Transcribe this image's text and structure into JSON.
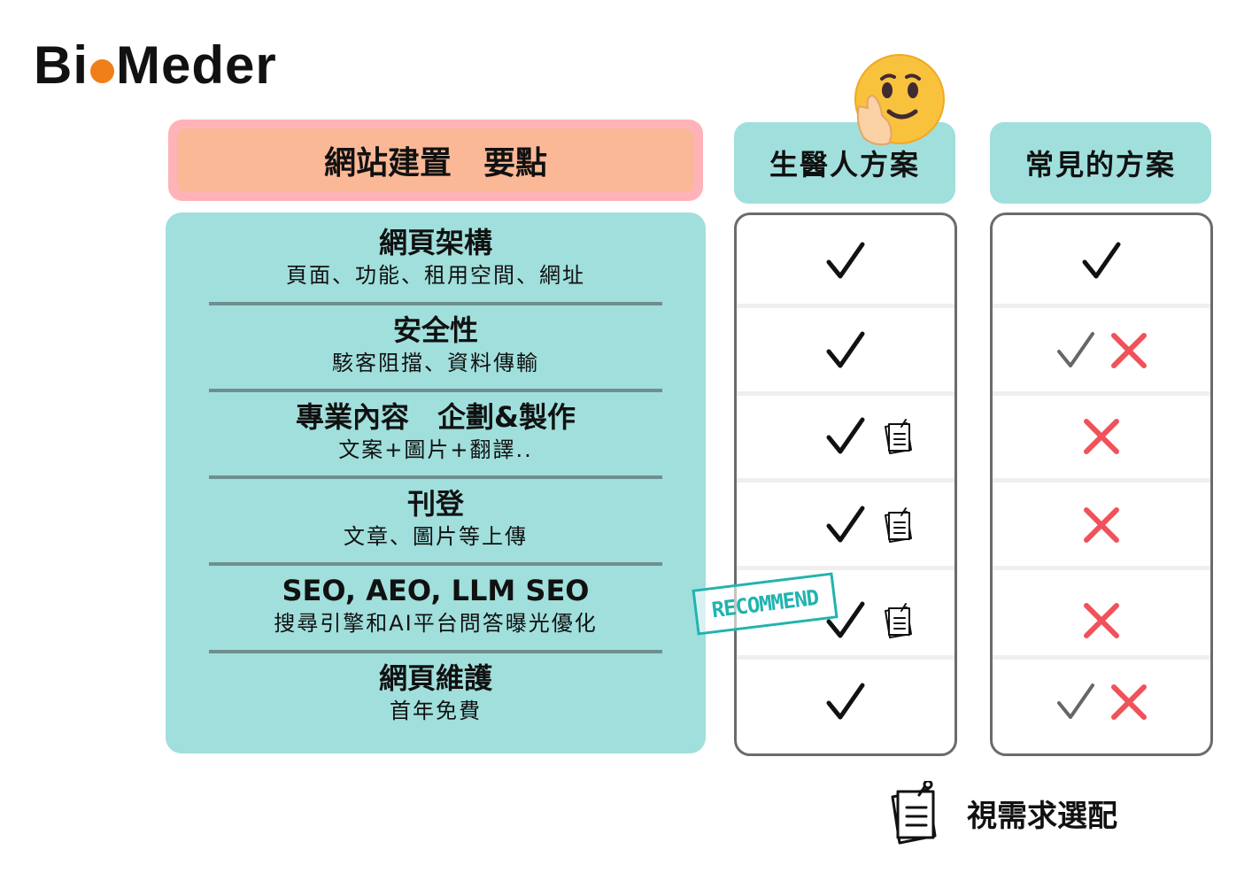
{
  "brand": {
    "part1": "Bi",
    "part2": "Meder",
    "dot_color": "#f07f1a"
  },
  "header": {
    "main_title": "網站建置　要點",
    "col1": "生醫人方案",
    "col2": "常見的方案"
  },
  "features": [
    {
      "title": "網頁架構",
      "subtitle": "頁面、功能、租用空間、網址"
    },
    {
      "title": "安全性",
      "subtitle": "駭客阻擋、資料傳輸"
    },
    {
      "title": "專業內容　企劃&製作",
      "subtitle": "文案+圖片+翻譯.."
    },
    {
      "title": "刊登",
      "subtitle": "文章、圖片等上傳"
    },
    {
      "title": "SEO, AEO, LLM SEO",
      "subtitle": "搜尋引擎和AI平台問答曝光優化"
    },
    {
      "title": "網頁維護",
      "subtitle": "首年免費"
    }
  ],
  "col1_marks": [
    "check",
    "check",
    "check+note",
    "check+note",
    "check+note",
    "check"
  ],
  "col2_marks": [
    "check",
    "check+cross",
    "cross",
    "cross",
    "cross",
    "check+cross"
  ],
  "stamp": "RECOMMEND",
  "legend": {
    "icon": "note-pin-icon",
    "label": "視需求選配"
  },
  "colors": {
    "teal": "#a0dfdc",
    "salmon": "#fbb896",
    "pink": "#ffb3b8",
    "cross": "#f0525a",
    "check_gray": "#666666",
    "stamp": "#21b3b0"
  }
}
